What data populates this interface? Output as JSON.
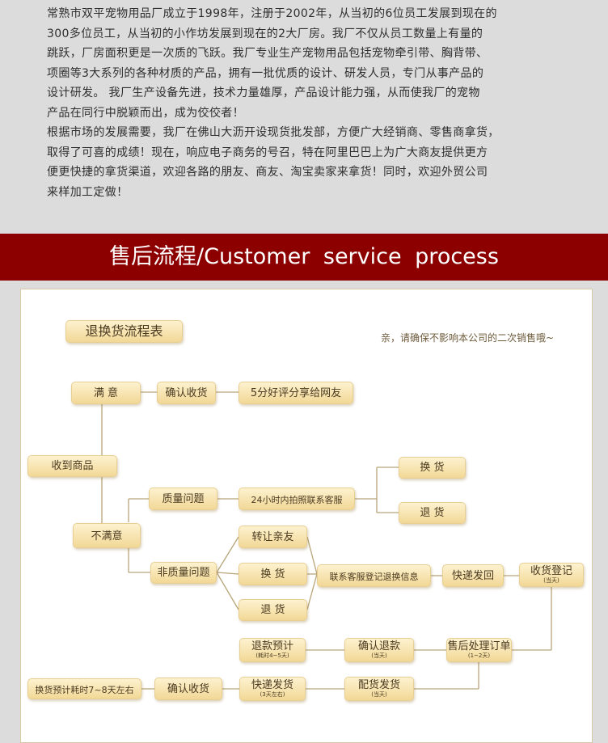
{
  "intro": {
    "lines": [
      "常熟市双平宠物用品厂成立于1998年，注册于2002年，从当初的6位员工发展到现在的",
      "  300多位员工，从当初的小作坊发展到现在的2大厂房。我厂不仅从员工数量上有量的",
      "跳跃，厂房面积更是一次质的飞跃。我厂专业生产宠物用品包括宠物牵引带、胸背带、",
      "项圈等3大系列的各种材质的产品，拥有一批优质的设计、研发人员，专门从事产品的",
      "设计研发。 我厂生产设备先进，技术力量雄厚，产品设计能力强，从而使我厂的宠物",
      "产品在同行中脱颖而出，成为佼佼者！",
      "根据市场的发展需要，我厂在佛山大沥开设现货批发部，方便广大经销商、零售商拿货，",
      "取得了可喜的成绩！现在，响应电子商务的号召，特在阿里巴巴上为广大商友提供更方",
      "便更快捷的拿货渠道，欢迎各路的朋友、商友、淘宝卖家来拿货！同时，欢迎外贸公司",
      "来样加工定做！"
    ]
  },
  "banner": {
    "title": "售后流程/Customer  service  process"
  },
  "chart": {
    "title": "退换货流程表",
    "notice": "亲，请确保不影响本公司的二次销售哦~",
    "satisfied": "满 意",
    "confirm_receipt_1": "确认收货",
    "five_star": "5分好评分享给网友",
    "received": "收到商品",
    "quality_issue": "质量问题",
    "contact_24h": "24小时内拍照联系客服",
    "exchange_1": "换 货",
    "return_1": "退 货",
    "unsatisfied": "不满意",
    "transfer": "转让亲友",
    "non_quality": "非质量问题",
    "exchange_2": "换 货",
    "return_2": "退 货",
    "contact_register": "联系客服登记退换信息",
    "express_back": "快递发回",
    "receive_register": "收货登记",
    "receive_register_sub": "(当天)",
    "refund_estimate": "退款预计",
    "refund_estimate_sub": "(耗时4~5天)",
    "confirm_refund": "确认退款",
    "confirm_refund_sub": "(当天)",
    "after_sale_order": "售后处理订单",
    "after_sale_order_sub": "(1~2天)",
    "exchange_estimate": "换货预计耗时7~8天左右",
    "confirm_receipt_2": "确认收货",
    "express_ship": "快递发货",
    "express_ship_sub": "(3天左右)",
    "prepare_ship": "配货发货",
    "prepare_ship_sub": "(当天)"
  },
  "colors": {
    "banner_bg": "#8c0000",
    "box_fill_top": "#fdf2cf",
    "box_fill_bottom": "#f2d896",
    "line": "#b8a57a",
    "page_bg": "#dcdcdc"
  }
}
